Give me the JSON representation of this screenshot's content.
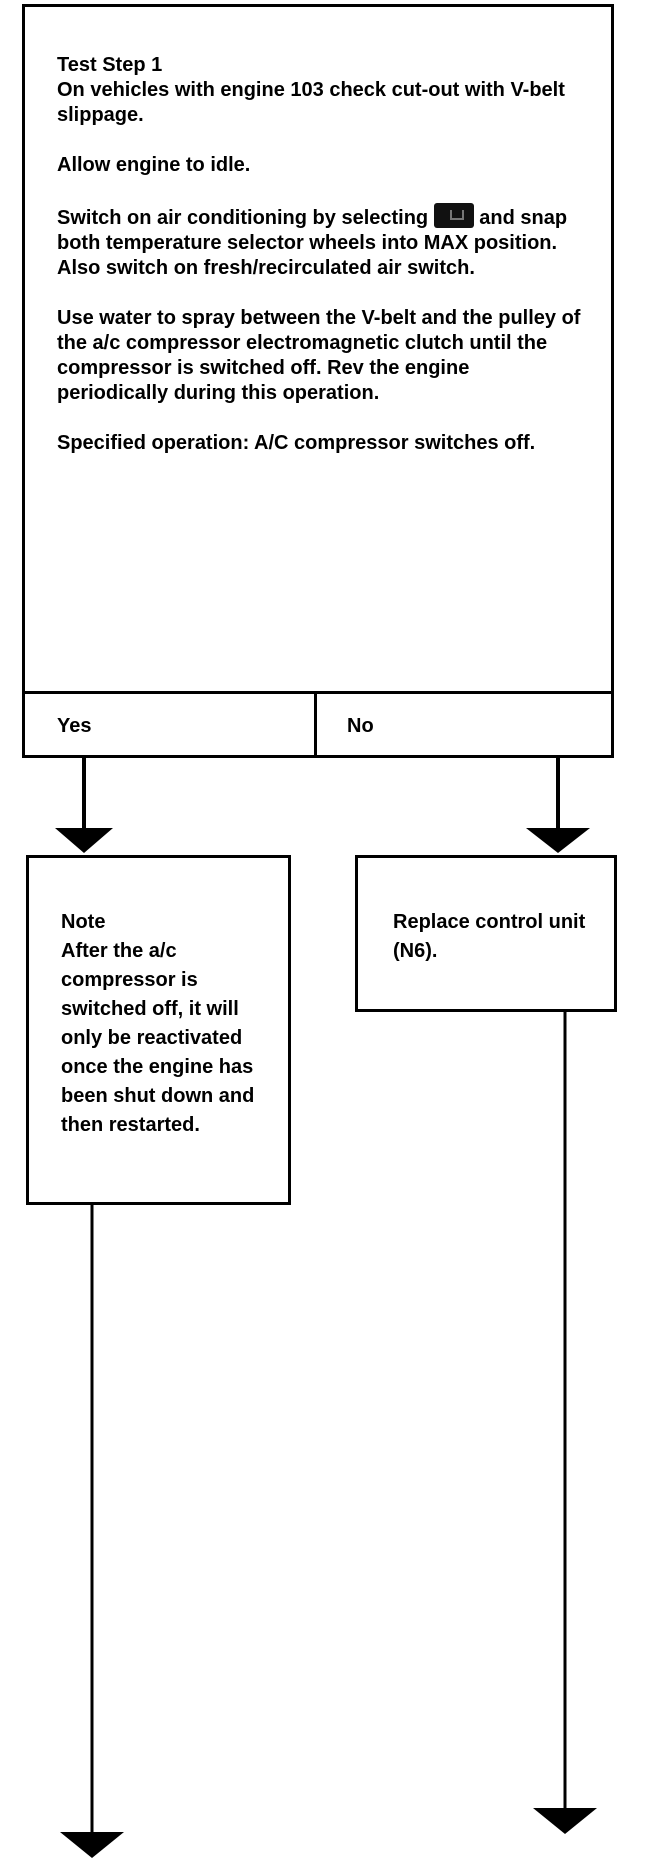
{
  "step": {
    "title": "Test Step 1",
    "intro": "On vehicles with engine 103 check cut-out with V-belt slippage.",
    "idle": "Allow engine to idle.",
    "switch_before_icon": "Switch on air conditioning by selecting",
    "ac_icon": "snowflake-ac-icon",
    "switch_after_icon": "and snap both temperature selector wheels into MAX position. Also switch on fresh/recirculated air switch.",
    "spray": "Use water to spray between the V-belt and the pulley of the a/c compressor electromagnetic clutch until the compressor is switched off. Rev the engine periodically during this operation.",
    "spec": "Specified operation: A/C compressor switches off."
  },
  "answers": {
    "yes": "Yes",
    "no": "No"
  },
  "yes_result": {
    "title": "Note",
    "body": "After the a/c compressor is switched off, it will only be reactivated once the engine has been shut down and then restarted."
  },
  "no_result": {
    "body": "Replace control unit (N6)."
  }
}
